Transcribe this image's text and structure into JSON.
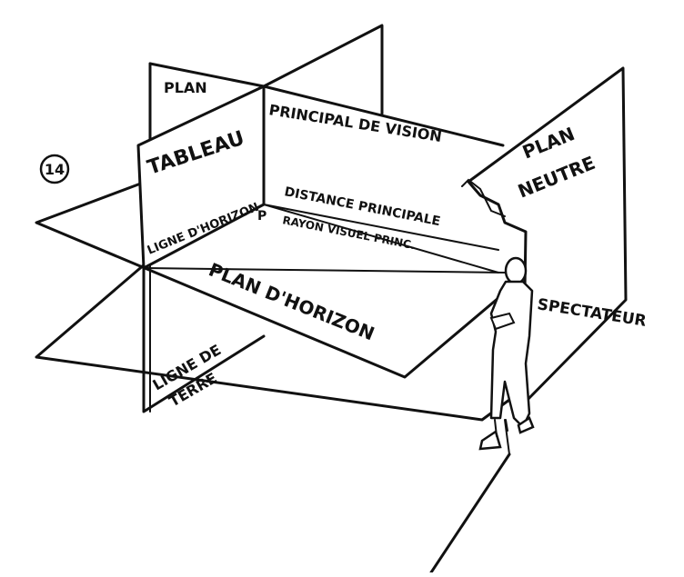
{
  "figure_number": "14",
  "labels": {
    "plan": "PLAN",
    "principal_de_vision": "PRINCIPAL DE VISION",
    "tableau": "TABLEAU",
    "plan_neutre_1": "PLAN",
    "plan_neutre_2": "NEUTRE",
    "distance_principale": "DISTANCE PRINCIPALE",
    "point_p": "P",
    "ligne_d_horizon": "LIGNE D'HORIZON",
    "rayon_visuel": "RAYON VISUEL PRINC.",
    "plan_d_horizon": "PLAN D'HORIZON",
    "spectateur": "SPECTATEUR",
    "ligne_de": "LIGNE DE",
    "terre": "TERRE"
  },
  "colors": {
    "ink": "#111111",
    "paper": "#ffffff"
  }
}
